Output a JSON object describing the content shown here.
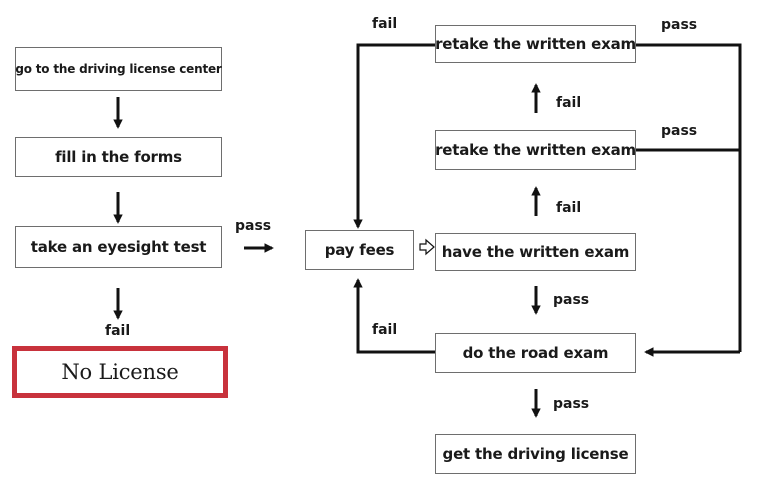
{
  "boxes": {
    "go_to_center": "go to the driving license center",
    "fill_forms": "fill in the forms",
    "eyesight_test": "take an eyesight test",
    "no_license": "No License",
    "pay_fees": "pay fees",
    "written_exam": "have the written exam",
    "retake_written_1": "retake the written exam",
    "retake_written_2": "retake the written exam",
    "road_exam": "do the road exam",
    "get_license": "get the driving license"
  },
  "edge_labels": {
    "eyesight_fail": "fail",
    "eyesight_pass": "pass",
    "retake2_fail": "fail",
    "retake2_pass": "pass",
    "retake1_fail": "fail",
    "retake1_pass": "pass",
    "written_pass": "pass",
    "road_fail": "fail",
    "road_pass": "pass"
  },
  "colors": {
    "terminal_border": "#c8323c",
    "box_border": "#6e6e6e",
    "arrow": "#111111"
  }
}
